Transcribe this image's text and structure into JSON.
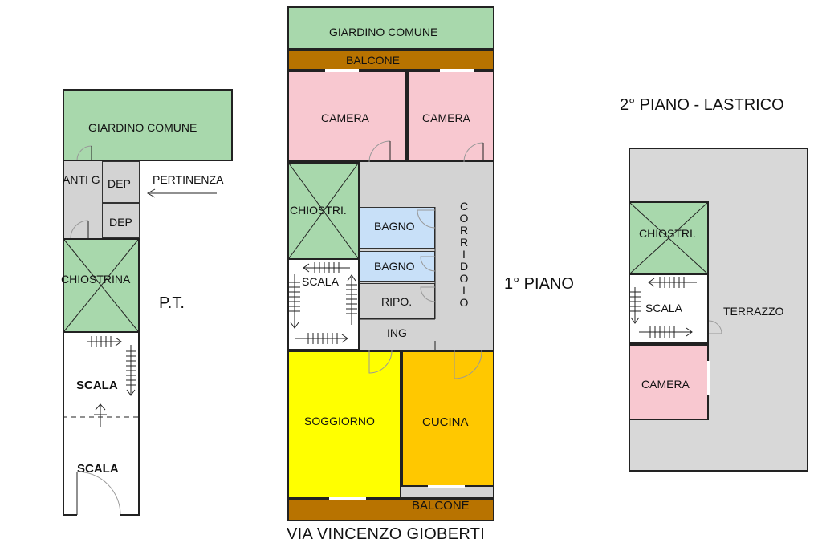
{
  "ground_floor": {
    "garden": "GIARDINO COMUNE",
    "antechamber": "ANTI G",
    "storage_1": "DEP",
    "storage_2": "DEP",
    "appurtenance": "PERTINENZA",
    "light_well": "CHIOSTRINA",
    "stairs_upper": "SCALA",
    "stairs_lower": "SCALA",
    "floor_label": "P.T."
  },
  "first_floor": {
    "garden": "GIARDINO COMUNE",
    "balcony_top": "BALCONE",
    "bedroom_left": "CAMERA",
    "bedroom_right": "CAMERA",
    "light_well": "CHIOSTRI.",
    "bathroom_1": "BAGNO",
    "bathroom_2": "BAGNO",
    "corridor_letters": [
      "C",
      "O",
      "R",
      "R",
      "I",
      "D",
      "O",
      "I",
      "O"
    ],
    "stairs": "SCALA",
    "closet": "RIPO.",
    "entrance": "ING",
    "living_room": "SOGGIORNO",
    "kitchen": "CUCINA",
    "balcony_bottom": "BALCONE",
    "floor_label": "1° PIANO",
    "street": "VIA VINCENZO GIOBERTI"
  },
  "second_floor": {
    "floor_label": "2° PIANO - LASTRICO",
    "light_well": "CHIOSTRI.",
    "stairs": "SCALA",
    "terrace": "TERRAZZO",
    "bedroom": "CAMERA"
  },
  "colors": {
    "garden_green": "#a8d8ac",
    "balcony_brown": "#b87300",
    "bedroom_pink": "#f8c8d0",
    "bathroom_blue": "#c8e0f8",
    "grey_floor": "#d3d3d3",
    "living_yellow": "#ffff00",
    "kitchen_orange": "#ffc800",
    "terrace_grey": "#d8d8d8"
  }
}
